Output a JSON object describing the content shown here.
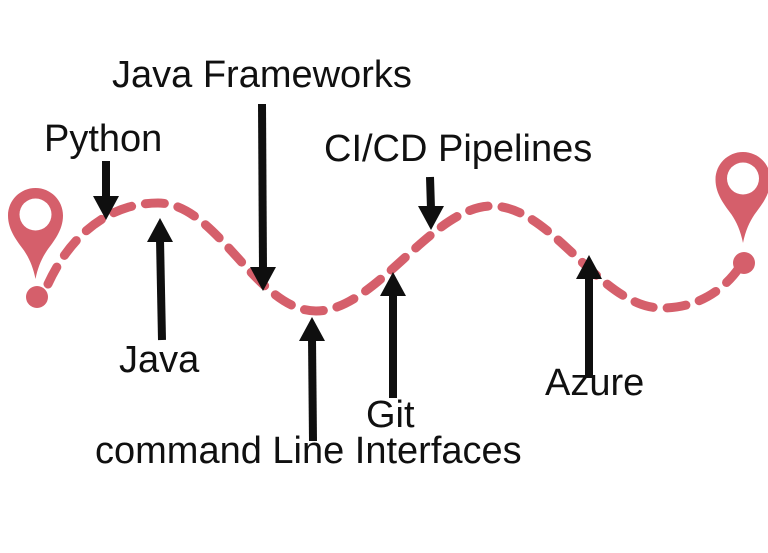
{
  "roadmap": {
    "description_type": "learning-journey-roadmap",
    "path_color": "#d55f6b",
    "pin_color": "#d55f6b",
    "arrow_color": "#0f0f0f",
    "text_color": "#101010",
    "background_color": "#ffffff",
    "start_pin": "location-pin",
    "end_pin": "location-pin",
    "milestones": [
      {
        "label": "Python",
        "arrow": "down"
      },
      {
        "label": "Java",
        "arrow": "up"
      },
      {
        "label": "Java Frameworks",
        "arrow": "down"
      },
      {
        "label": "command Line Interfaces",
        "arrow": "up"
      },
      {
        "label": "Git",
        "arrow": "up"
      },
      {
        "label": "CI/CD Pipelines",
        "arrow": "down"
      },
      {
        "label": "Azure",
        "arrow": "up"
      }
    ]
  }
}
